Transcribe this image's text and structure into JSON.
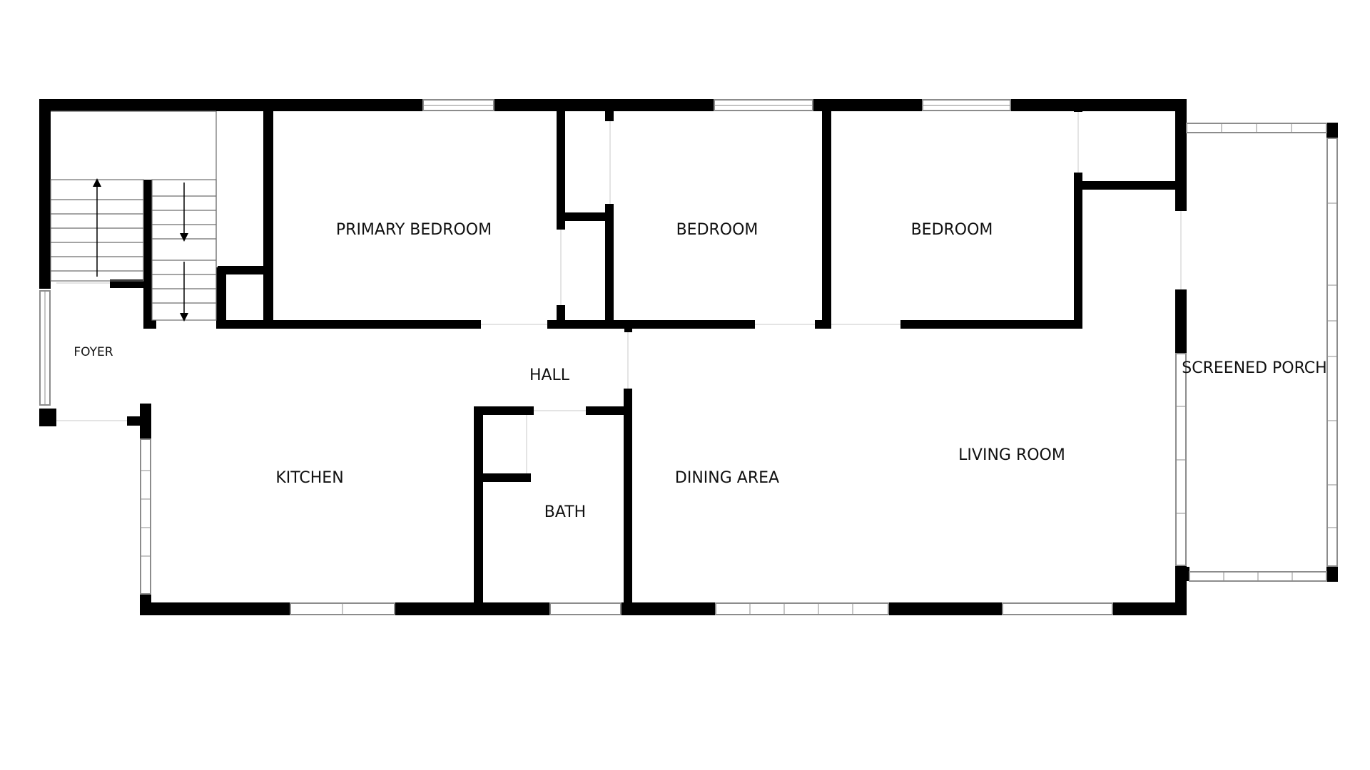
{
  "colors": {
    "background": "#ffffff",
    "wall": "#000000",
    "window_fill": "#ffffff",
    "window_stroke": "#8c8c8c",
    "label": "#111111"
  },
  "rooms": {
    "primary_bedroom": "PRIMARY BEDROOM",
    "bedroom_1": "BEDROOM",
    "bedroom_2": "BEDROOM",
    "foyer": "FOYER",
    "hall": "HALL",
    "kitchen": "KITCHEN",
    "bath": "BATH",
    "dining_area": "DINING AREA",
    "living_room": "LIVING ROOM",
    "screened_porch": "SCREENED PORCH"
  },
  "stairs": {
    "directions": [
      "up",
      "down",
      "down"
    ]
  }
}
